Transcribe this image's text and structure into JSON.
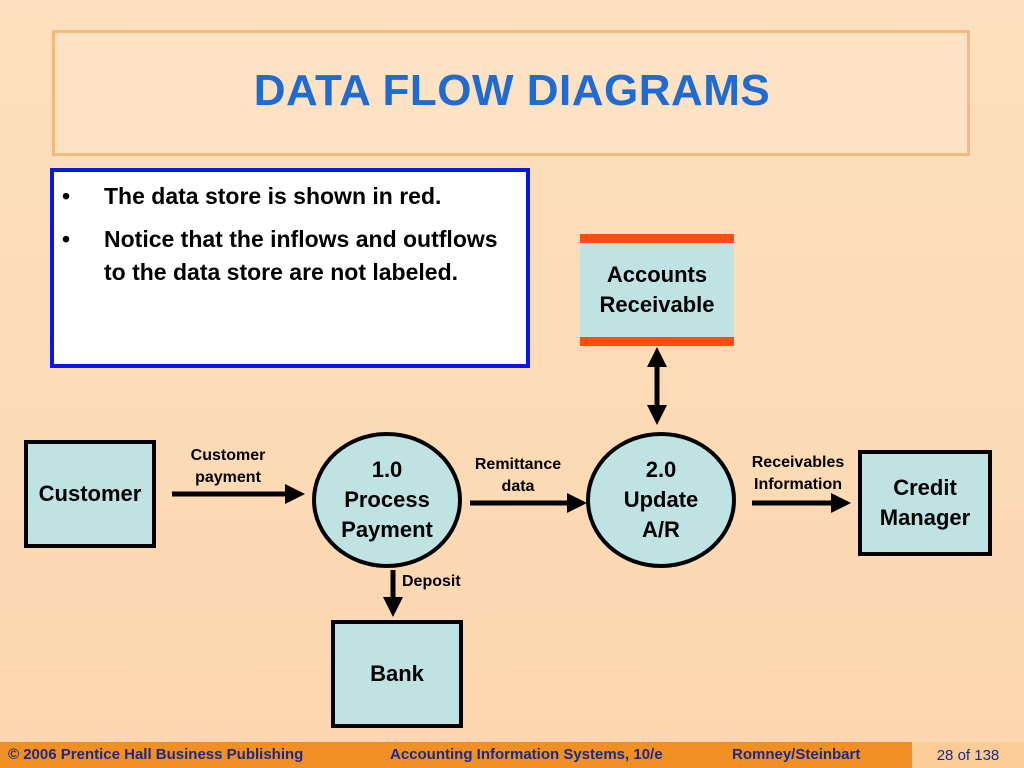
{
  "title": "DATA FLOW DIAGRAMS",
  "bullets": [
    "The data store is shown in red.",
    "Notice that the inflows and outflows to the data store are not labeled."
  ],
  "diagram": {
    "entities": {
      "customer": "Customer",
      "credit_manager": "Credit\nManager",
      "bank": "Bank"
    },
    "processes": {
      "p1": "1.0\nProcess\nPayment",
      "p2": "2.0\nUpdate\nA/R"
    },
    "data_store": "Accounts\nReceivable",
    "flows": {
      "customer_payment": "Customer\npayment",
      "remittance_data": "Remittance\ndata",
      "receivables_information": "Receivables\nInformation",
      "deposit": "Deposit"
    },
    "colors": {
      "entity_fill": "#bfe3e3",
      "store_border": "#ff4d10",
      "title": "#1f6bd1",
      "bullet_border": "#0a16e6"
    }
  },
  "footer": {
    "copyright": "© 2006 Prentice Hall Business Publishing",
    "book": "Accounting Information Systems, 10/e",
    "authors": "Romney/Steinbart",
    "page": "28 of 138"
  }
}
